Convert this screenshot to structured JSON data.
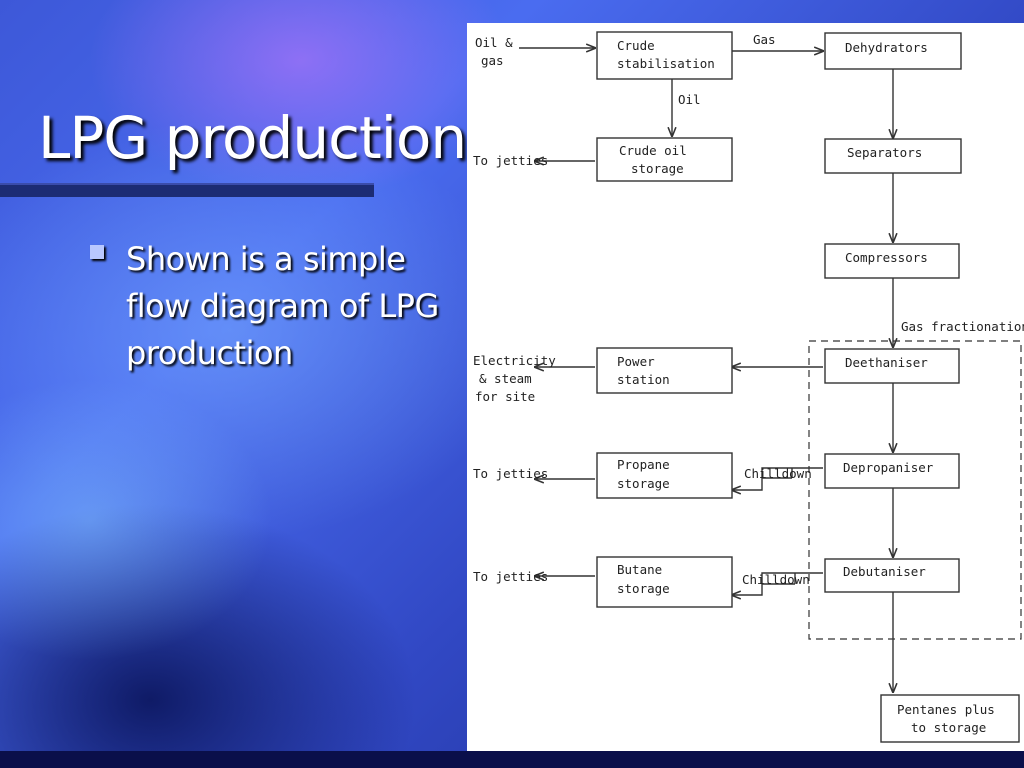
{
  "slide": {
    "title": "LPG production",
    "bullets": [
      "Shown is a simple flow diagram of LPG production"
    ]
  },
  "diagram": {
    "boxes": {
      "crude_stabilisation": [
        "Crude",
        "stabilisation"
      ],
      "crude_oil_storage": [
        "Crude  oil",
        "storage"
      ],
      "dehydrators": [
        "Dehydrators"
      ],
      "separators": [
        "Separators"
      ],
      "compressors": [
        "Compressors"
      ],
      "deethaniser": [
        "Deethaniser"
      ],
      "depropaniser": [
        "Depropaniser"
      ],
      "debutaniser": [
        "Debutaniser"
      ],
      "power_station": [
        "Power",
        "station"
      ],
      "propane_storage": [
        "Propane",
        "storage"
      ],
      "butane_storage": [
        "Butane",
        "storage"
      ],
      "pentanes_plus": [
        "Pentanes  plus",
        "to  storage"
      ]
    },
    "labels": {
      "oil_gas_input": [
        "Oil &",
        "gas"
      ],
      "gas": "Gas",
      "oil": "Oil",
      "to_jetties_1": "To jetties",
      "gas_fractionation": "Gas fractionation",
      "electricity": [
        "Electricity",
        "& steam",
        "for site"
      ],
      "to_jetties_2": "To jetties",
      "to_jetties_3": "To jetties",
      "chilldown_1": "Chilldown",
      "chilldown_2": "Chilldown"
    }
  },
  "colors": {
    "background": "#4a6cf0",
    "title_rule": "#1c2c74",
    "bullet": "#b9c8ff",
    "diagram_bg": "#ffffff",
    "ink": "#222222"
  }
}
